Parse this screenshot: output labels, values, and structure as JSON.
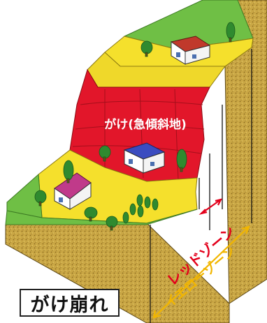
{
  "labels": {
    "cliff": "がけ(急傾斜地)",
    "red_zone": "レッドゾーン",
    "yellow_zone": "イエローゾーン",
    "title": "がけ崩れ"
  },
  "colors": {
    "green": "#6fbf45",
    "yellow": "#f5e02c",
    "red": "#e2162a",
    "soil": "#c9a544",
    "red_zone": "#e3001b",
    "yellow_zone": "#f2b600"
  }
}
